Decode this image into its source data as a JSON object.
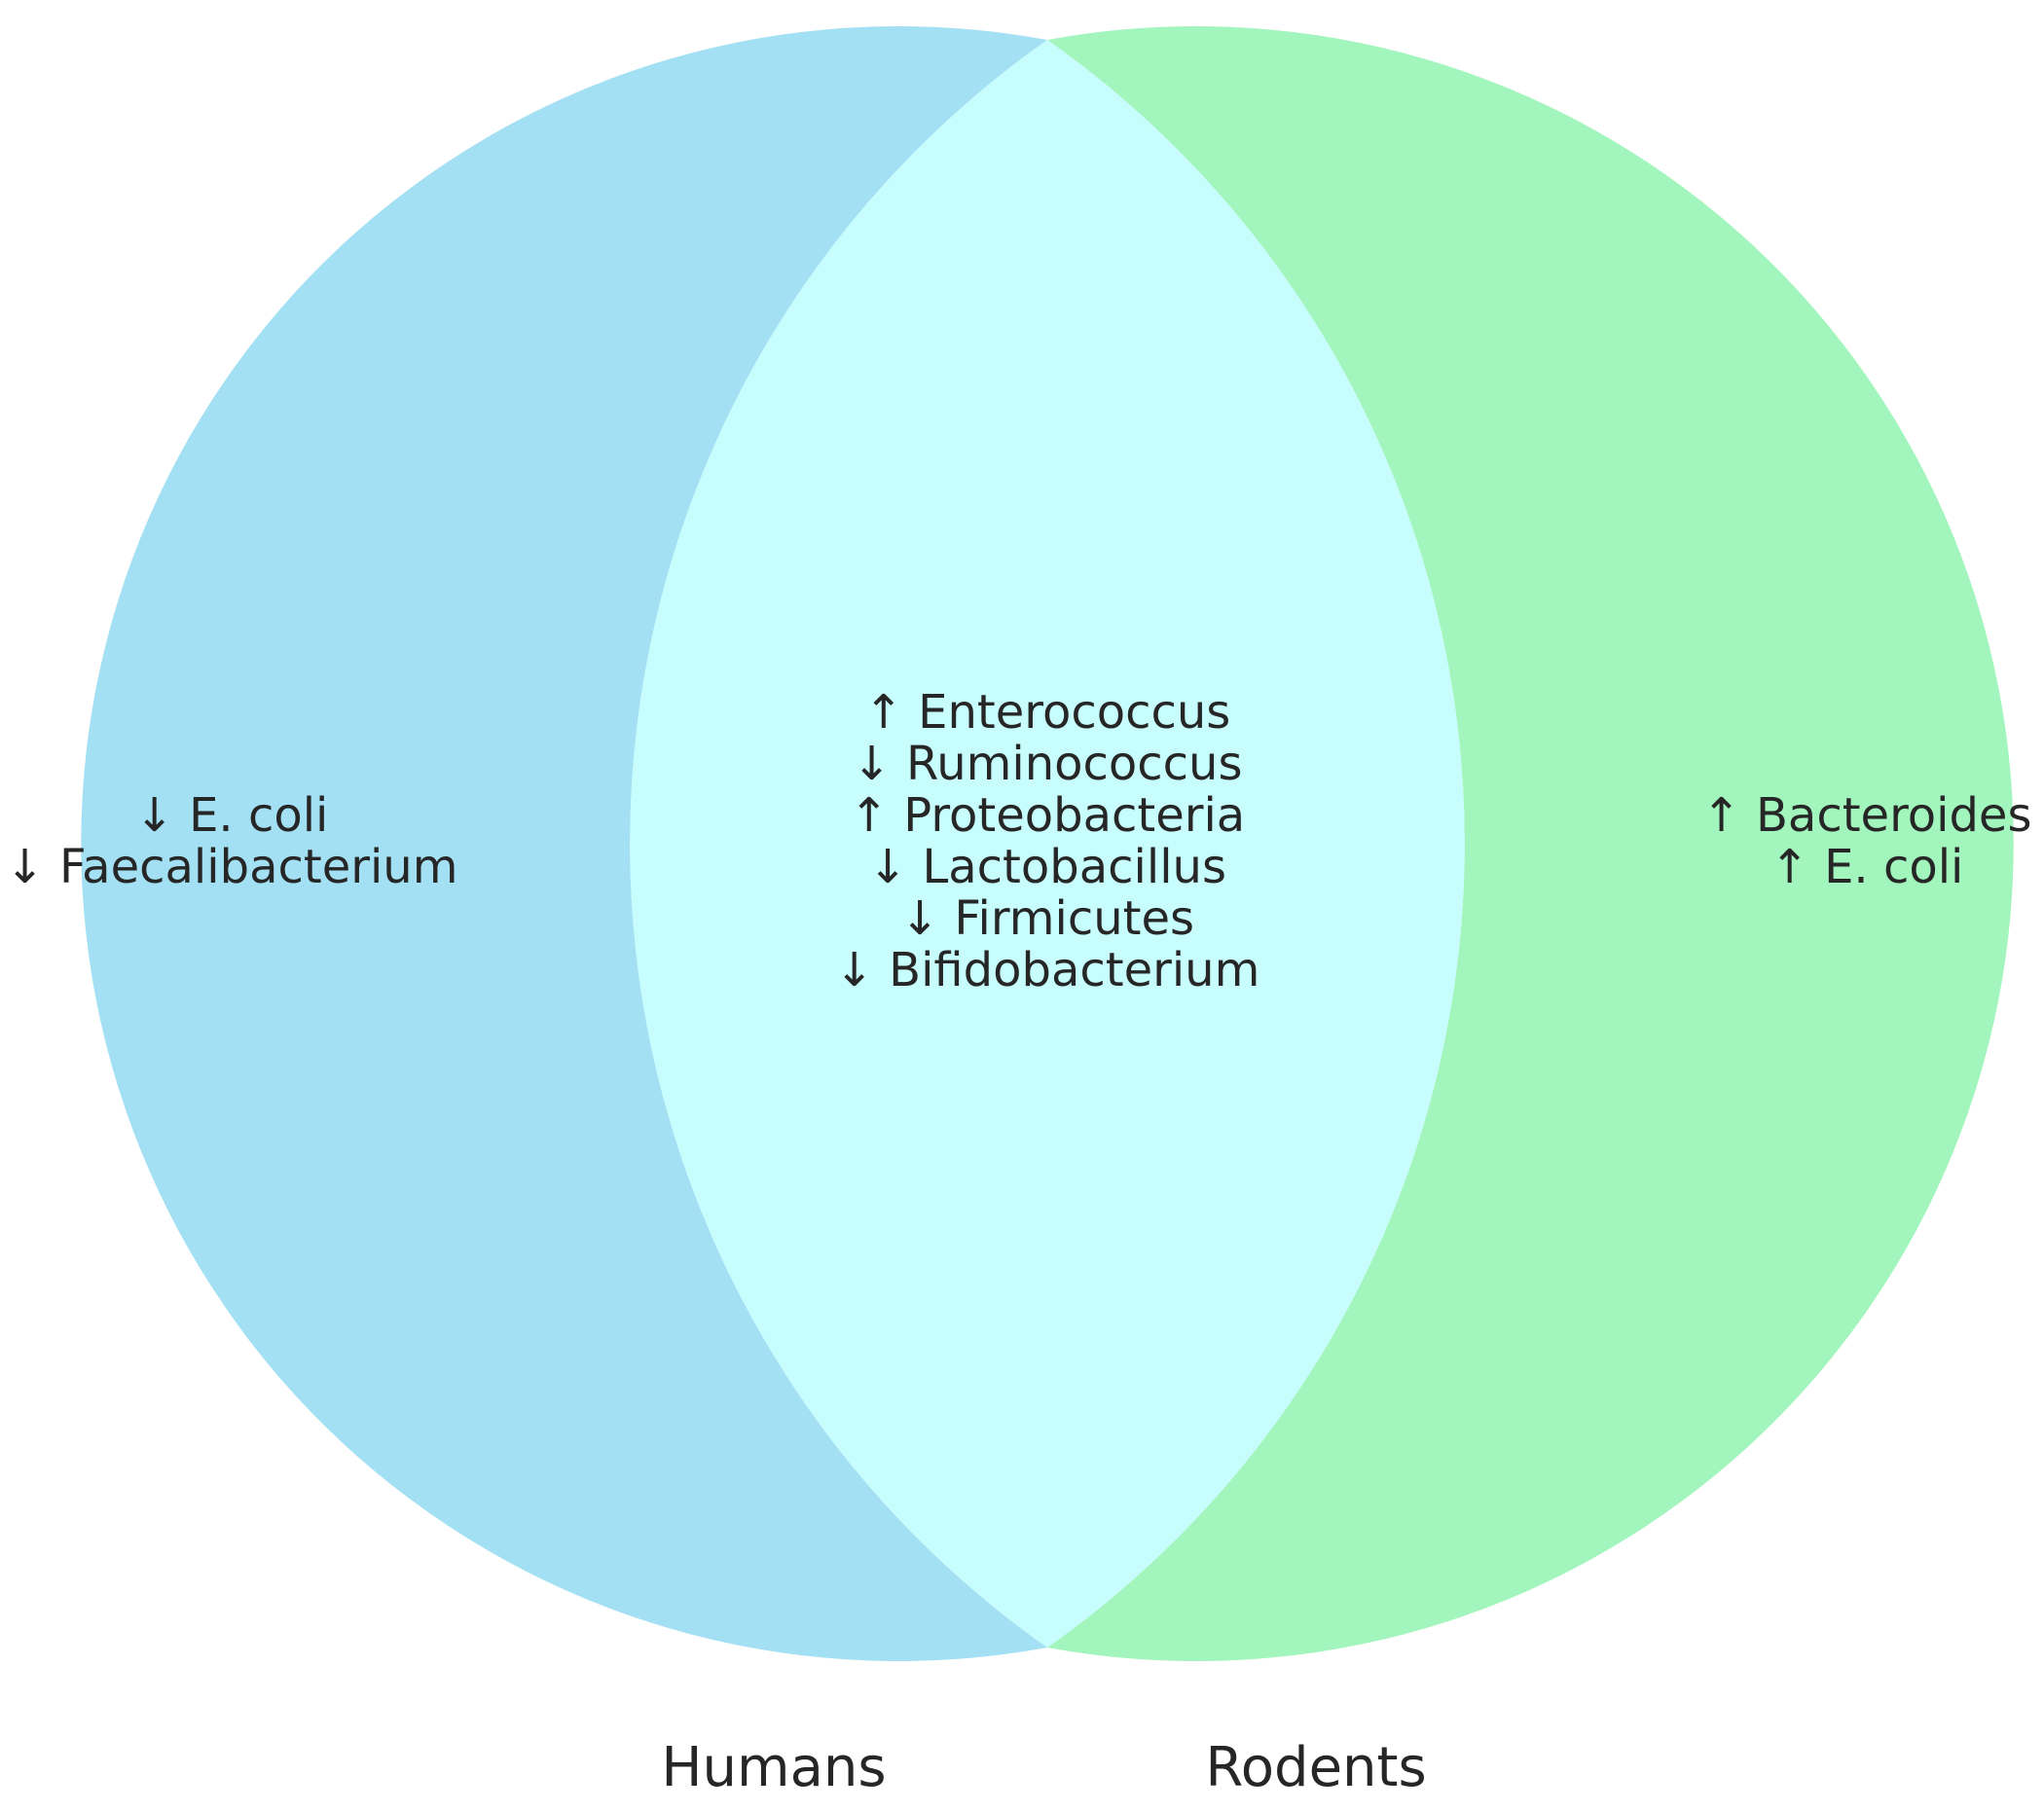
{
  "diagram": {
    "type": "venn-2",
    "colors": {
      "left_only": "#a4e0f3",
      "right_only": "#a2f5bc",
      "overlap": "#c8fdfd",
      "text": "#262626"
    },
    "sets": [
      {
        "label": "Humans"
      },
      {
        "label": "Rodents"
      }
    ],
    "regions": {
      "left_only": [
        "↓ E. coli",
        "↓ Faecalibacterium"
      ],
      "overlap": [
        "↑ Enterococcus",
        "↓ Ruminococcus",
        "↑ Proteobacteria",
        "↓ Lactobacillus",
        "↓ Firmicutes",
        "↓ Bifidobacterium"
      ],
      "right_only": [
        "↑ Bacteroides",
        "↑ E. coli"
      ]
    }
  }
}
